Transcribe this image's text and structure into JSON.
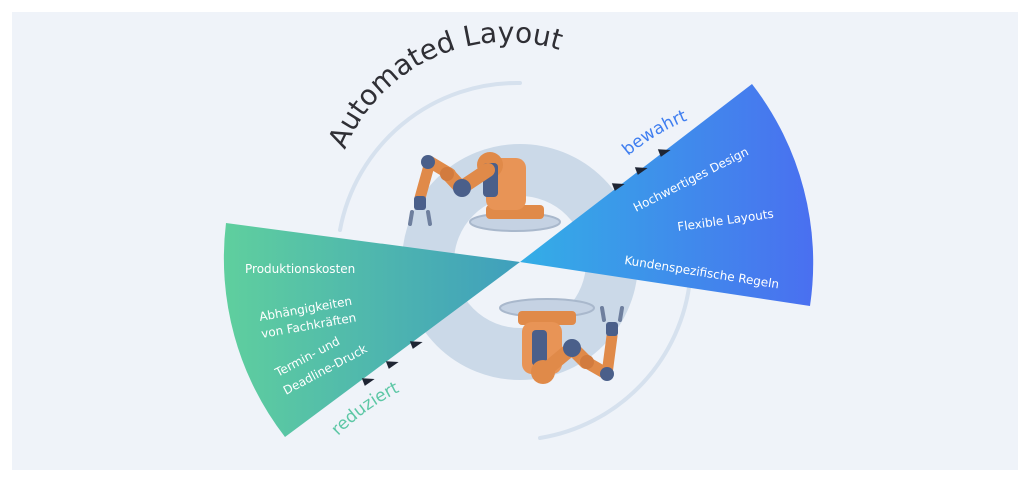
{
  "title": "Automated Layout",
  "right_fan": {
    "label": "bewahrt",
    "items": [
      "Hochwertiges Design",
      "Flexible Layouts",
      "Kundenspezifische Regeln"
    ]
  },
  "left_fan": {
    "label": "reduziert",
    "items": [
      "Produktionskosten",
      "Abhängigkeiten",
      "von Fachkräften",
      "Termin- und",
      "Deadline-Druck"
    ]
  },
  "colors": {
    "background": "#eff3f9",
    "blue_gradient_start": "#33aee6",
    "blue_gradient_end": "#4a6ff0",
    "green_gradient_start": "#5fcf9e",
    "green_gradient_end": "#3f9fbd",
    "arc": "#d6e1ee",
    "ring": "#cbd9e8",
    "robot_orange": "#e08a49",
    "robot_joint": "#4a5f8a",
    "title_text": "#2f2f35",
    "bewahrt_text": "#3f7ef0",
    "reduziert_text": "#5cc7a5"
  },
  "icons": [
    "robot-arm-icon",
    "robot-arm-icon",
    "triangle-marker-icon"
  ]
}
